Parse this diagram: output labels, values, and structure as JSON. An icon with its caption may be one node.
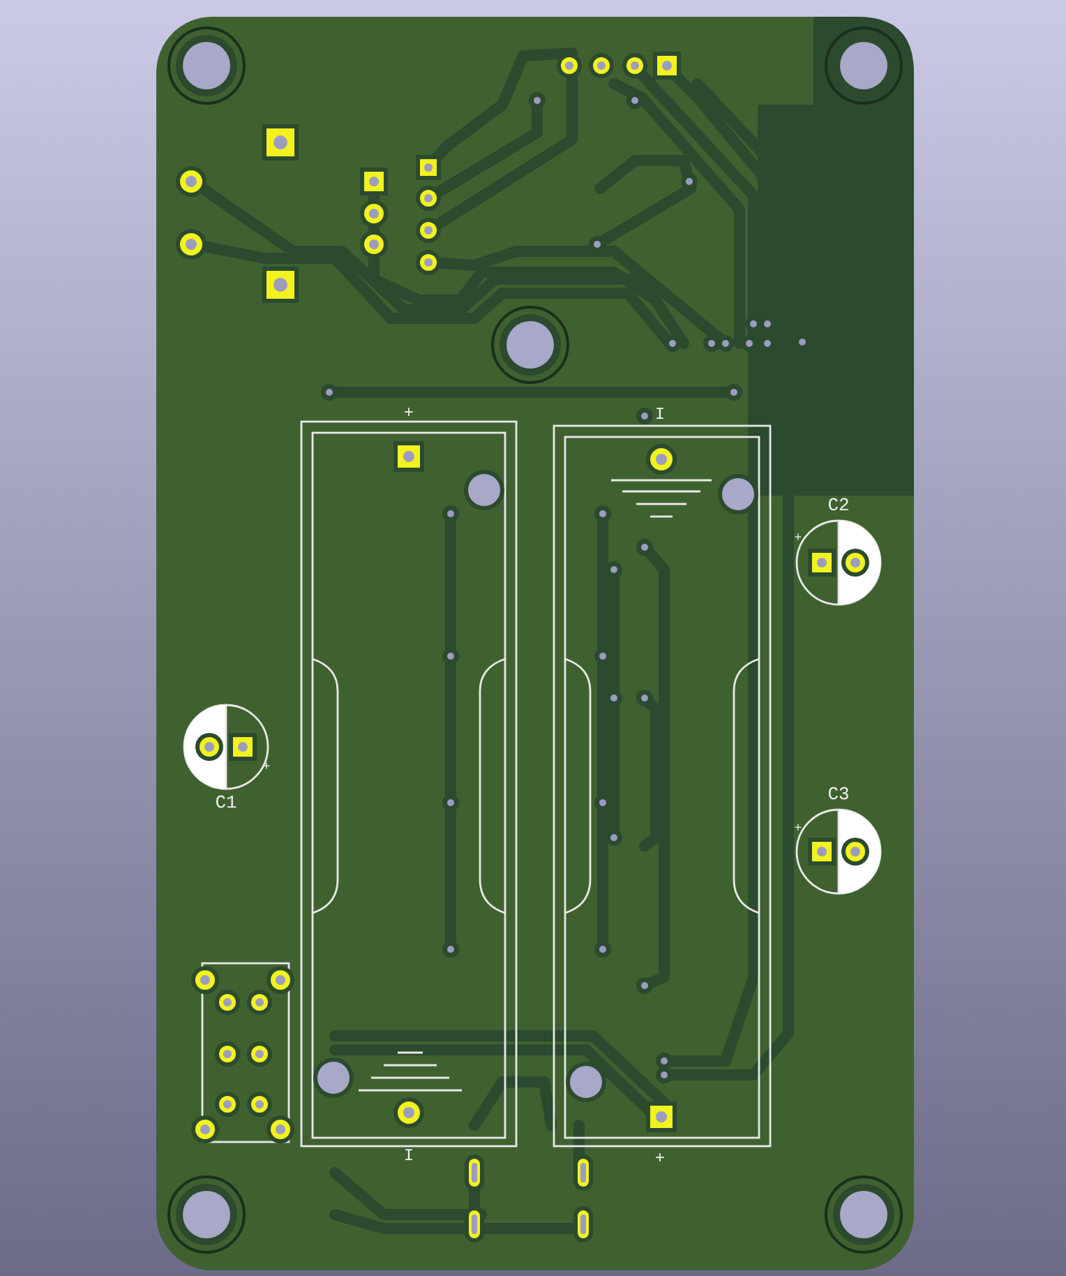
{
  "diagram": {
    "labels": [
      "+",
      "I",
      "C2",
      "+",
      "C1",
      "+",
      "C3",
      "+",
      "I",
      "+"
    ]
  }
}
